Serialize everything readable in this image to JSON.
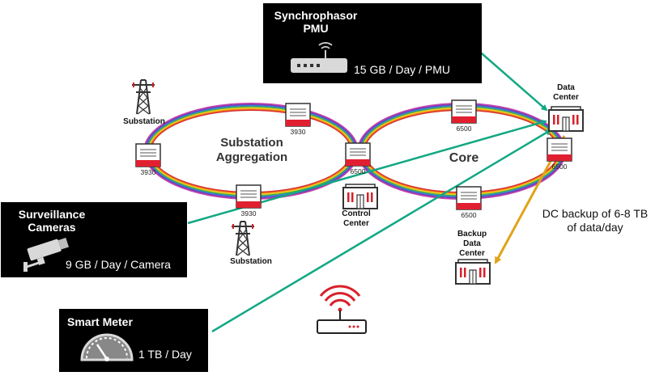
{
  "rings": {
    "aggregation_label": "Substation\nAggregation",
    "core_label": "Core"
  },
  "sources": {
    "pmu": {
      "title": "Synchrophasor\nPMU",
      "rate": "15 GB / Day / PMU",
      "icon": "router-icon"
    },
    "cameras": {
      "title": "Surveillance\nCameras",
      "rate": "9 GB / Day / Camera",
      "icon": "camera-icon"
    },
    "meter": {
      "title": "Smart Meter",
      "rate": "1 TB / Day",
      "icon": "meter-gauge-icon"
    }
  },
  "nodes": {
    "agg_top": "3930",
    "agg_left": "3930",
    "agg_bottom": "3930",
    "junction": "6500",
    "core_top": "6500",
    "core_right": "6500",
    "core_bottom": "6500"
  },
  "sites": {
    "substation_top": "Substation",
    "substation_bottom": "Substation",
    "control_center": "Control\nCenter",
    "data_center": "Data\nCenter",
    "backup_dc": "Backup\nData\nCenter"
  },
  "annotation": "DC backup of 6-8 TB\nof data/day",
  "colors": {
    "flow_arrow": "#13a884",
    "backup_arrow": "#e0a31a",
    "node_red": "#e02030",
    "wifi_red": "#d8202a",
    "box_bg": "#000000"
  }
}
